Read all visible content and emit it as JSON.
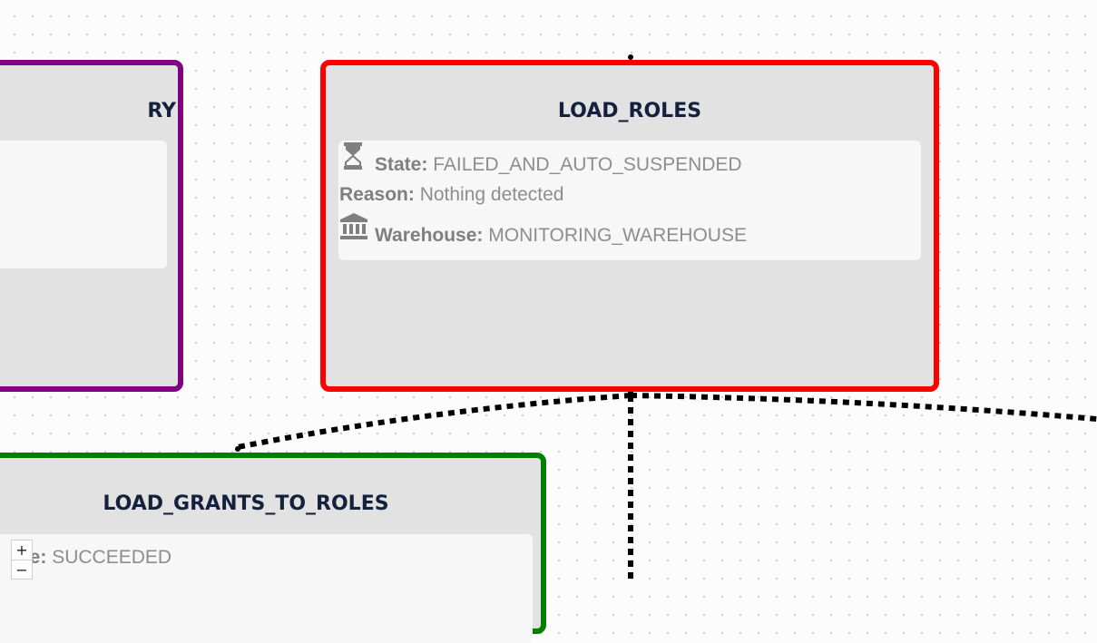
{
  "colors": {
    "failed": "#ff0000",
    "succeeded": "#008000",
    "other": "#800080",
    "edge": "#000000"
  },
  "nodes": {
    "left_partial": {
      "title_fragment": "RY"
    },
    "load_roles": {
      "title": "LOAD_ROLES",
      "state_label": "State:",
      "state_value": "FAILED_AND_AUTO_SUSPENDED",
      "state_icon": "hourglass-icon",
      "reason_label": "Reason:",
      "reason_value": "Nothing detected",
      "warehouse_label": "Warehouse:",
      "warehouse_value": "MONITORING_WAREHOUSE",
      "warehouse_icon": "bank-icon"
    },
    "load_grants_to_roles": {
      "title": "LOAD_GRANTS_TO_ROLES",
      "state_label_fragment": "ate:",
      "state_value": "SUCCEEDED"
    }
  },
  "zoom_controls": {
    "zoom_in": "+",
    "zoom_out": "−"
  }
}
